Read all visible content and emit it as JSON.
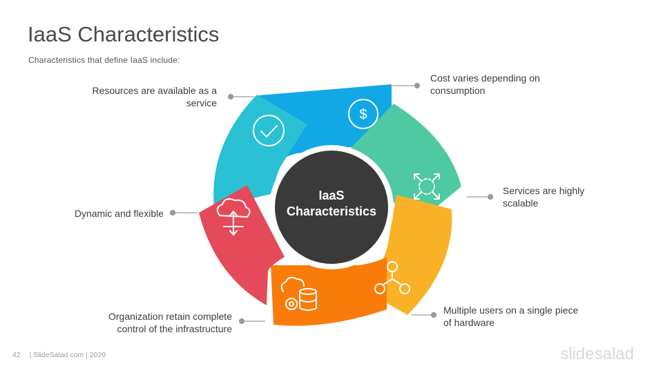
{
  "header": {
    "title": "IaaS Characteristics",
    "subtitle": "Characteristics  that define  IaaS include:"
  },
  "center": {
    "line1": "IaaS",
    "line2": "Characteristics"
  },
  "segments": [
    {
      "label_line1": "Cost varies depending on",
      "label_line2": "consumption",
      "color": "#12a8e6",
      "icon": "dollar-icon"
    },
    {
      "label_line1": "Services are highly",
      "label_line2": "scalable",
      "color": "#4ec9a2",
      "icon": "scale-arrows-icon"
    },
    {
      "label_line1": "Multiple users on a single piece",
      "label_line2": "of hardware",
      "color": "#f9b227",
      "icon": "users-network-icon"
    },
    {
      "label_line1": "Organization retain complete",
      "label_line2": "control of the infrastructure",
      "color": "#f97c0b",
      "icon": "cloud-database-gear-icon"
    },
    {
      "label_line1": "Dynamic and flexible",
      "label_line2": "",
      "color": "#e44a5a",
      "icon": "cloud-arrows-icon"
    },
    {
      "label_line1": "Resources are available as a",
      "label_line2": "service",
      "color": "#29c1d3",
      "icon": "check-circle-icon"
    }
  ],
  "footer": {
    "page_number": "42",
    "credit": "| SlideSalad.com | 2020",
    "brand": "slidesalad"
  }
}
